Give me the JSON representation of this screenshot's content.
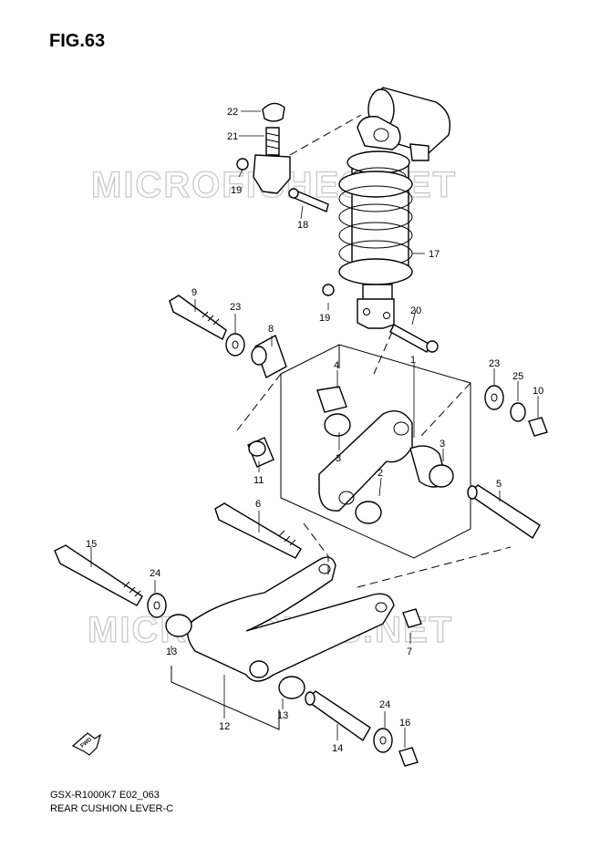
{
  "figure": {
    "title": "FIG.63"
  },
  "footer": {
    "model_code": "GSX-R1000K7 E02_063",
    "diagram_name": "REAR CUSHION LEVER-C"
  },
  "watermark": {
    "text": "MICROFICHES.NET"
  },
  "direction_badge": {
    "text": "FWD"
  },
  "callouts": [
    {
      "id": "c22",
      "text": "22"
    },
    {
      "id": "c21",
      "text": "21"
    },
    {
      "id": "c19a",
      "text": "19"
    },
    {
      "id": "c18",
      "text": "18"
    },
    {
      "id": "c17",
      "text": "17"
    },
    {
      "id": "c9",
      "text": "9"
    },
    {
      "id": "c23a",
      "text": "23"
    },
    {
      "id": "c8",
      "text": "8"
    },
    {
      "id": "c19b",
      "text": "19"
    },
    {
      "id": "c20",
      "text": "20"
    },
    {
      "id": "c1",
      "text": "1"
    },
    {
      "id": "c4",
      "text": "4"
    },
    {
      "id": "c23b",
      "text": "23"
    },
    {
      "id": "c25",
      "text": "25"
    },
    {
      "id": "c10",
      "text": "10"
    },
    {
      "id": "c3a",
      "text": "3"
    },
    {
      "id": "c3b",
      "text": "3"
    },
    {
      "id": "c11",
      "text": "11"
    },
    {
      "id": "c2",
      "text": "2"
    },
    {
      "id": "c5",
      "text": "5"
    },
    {
      "id": "c6",
      "text": "6"
    },
    {
      "id": "c15",
      "text": "15"
    },
    {
      "id": "c24a",
      "text": "24"
    },
    {
      "id": "c7",
      "text": "7"
    },
    {
      "id": "c13a",
      "text": "13"
    },
    {
      "id": "c13b",
      "text": "13"
    },
    {
      "id": "c12",
      "text": "12"
    },
    {
      "id": "c24b",
      "text": "24"
    },
    {
      "id": "c16",
      "text": "16"
    },
    {
      "id": "c14",
      "text": "14"
    }
  ]
}
